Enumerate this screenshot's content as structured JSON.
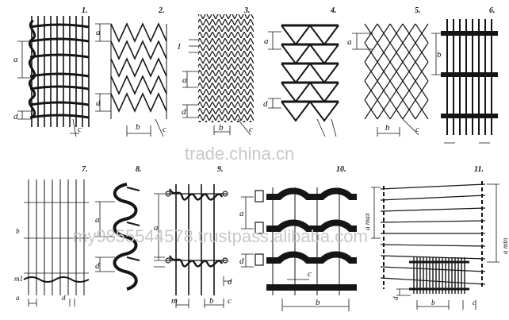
{
  "panels": [
    {
      "number": "1.",
      "labels": [
        "a",
        "d",
        "c"
      ]
    },
    {
      "number": "2.",
      "labels": [
        "a",
        "d",
        "b",
        "c"
      ]
    },
    {
      "number": "3.",
      "labels": [
        "I",
        "a",
        "d",
        "b",
        "c"
      ]
    },
    {
      "number": "4.",
      "labels": [
        "a",
        "d"
      ]
    },
    {
      "number": "5.",
      "labels": [
        "a",
        "b",
        "c"
      ]
    },
    {
      "number": "6.",
      "labels": [
        "b"
      ]
    },
    {
      "number": "7.",
      "labels": [
        "b",
        "m1",
        "a",
        "d"
      ]
    },
    {
      "number": "8.",
      "labels": [
        "a",
        "d"
      ]
    },
    {
      "number": "9.",
      "labels": [
        "a",
        "d",
        "m",
        "b",
        "c"
      ]
    },
    {
      "number": "10.",
      "labels": [
        "a",
        "d",
        "c",
        "b"
      ]
    },
    {
      "number": "11.",
      "labels": [
        "a max",
        "a min",
        "d",
        "b",
        "c"
      ]
    }
  ],
  "watermarks": {
    "center": "trade.china.cn",
    "diagonal": "my9855544578.trustpass.alibaba.com"
  }
}
